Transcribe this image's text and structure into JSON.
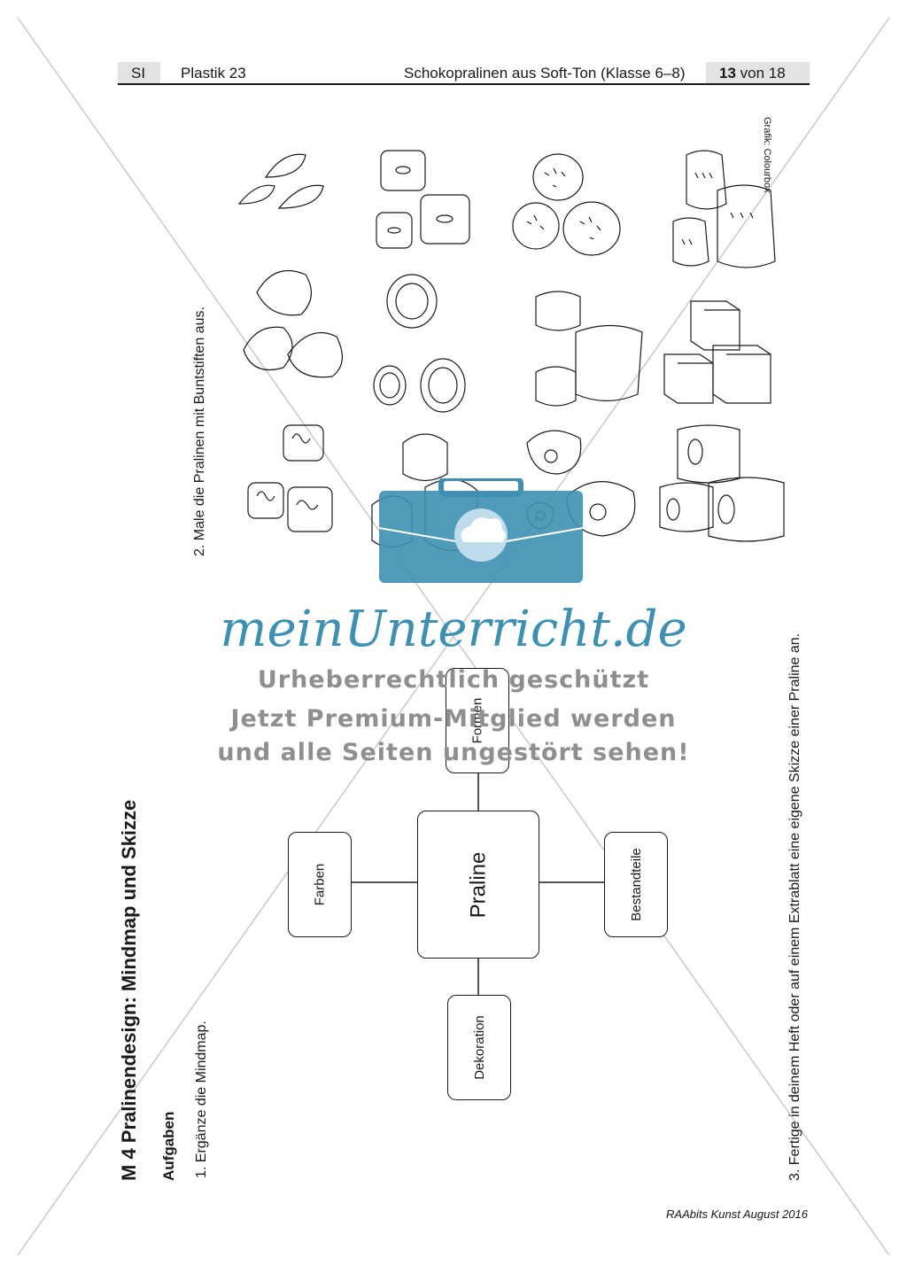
{
  "header": {
    "level": "SI",
    "series": "Plastik 23",
    "topic": "Schokopralinen aus Soft-Ton (Klasse 6–8)",
    "page_number": "13",
    "page_of": "von 18"
  },
  "worksheet": {
    "title": "M 4   Pralinendesign: Mindmap und Skizze",
    "tasks_heading": "Aufgaben",
    "task1": "1. Ergänze die Mindmap.",
    "task2": "2. Male die Pralinen mit Buntstiften aus.",
    "task3": "3. Fertige in deinem Heft oder auf einem Extrablatt eine eigene Skizze einer Praline an.",
    "image_credit": "Grafik: Colourbox"
  },
  "mindmap": {
    "center": "Praline",
    "branches": [
      "Formen",
      "Farben",
      "Bestandteile",
      "Dekoration"
    ]
  },
  "watermark": {
    "brand": "meinUnterricht.de",
    "line1": "Urheberrechtlich geschützt",
    "line2": "Jetzt Premium-Mitglied werden",
    "line3": "und alle Seiten ungestört sehen!",
    "brand_color": "#3d8fb3"
  },
  "footer": {
    "source": "RAAbits Kunst August 2016"
  }
}
